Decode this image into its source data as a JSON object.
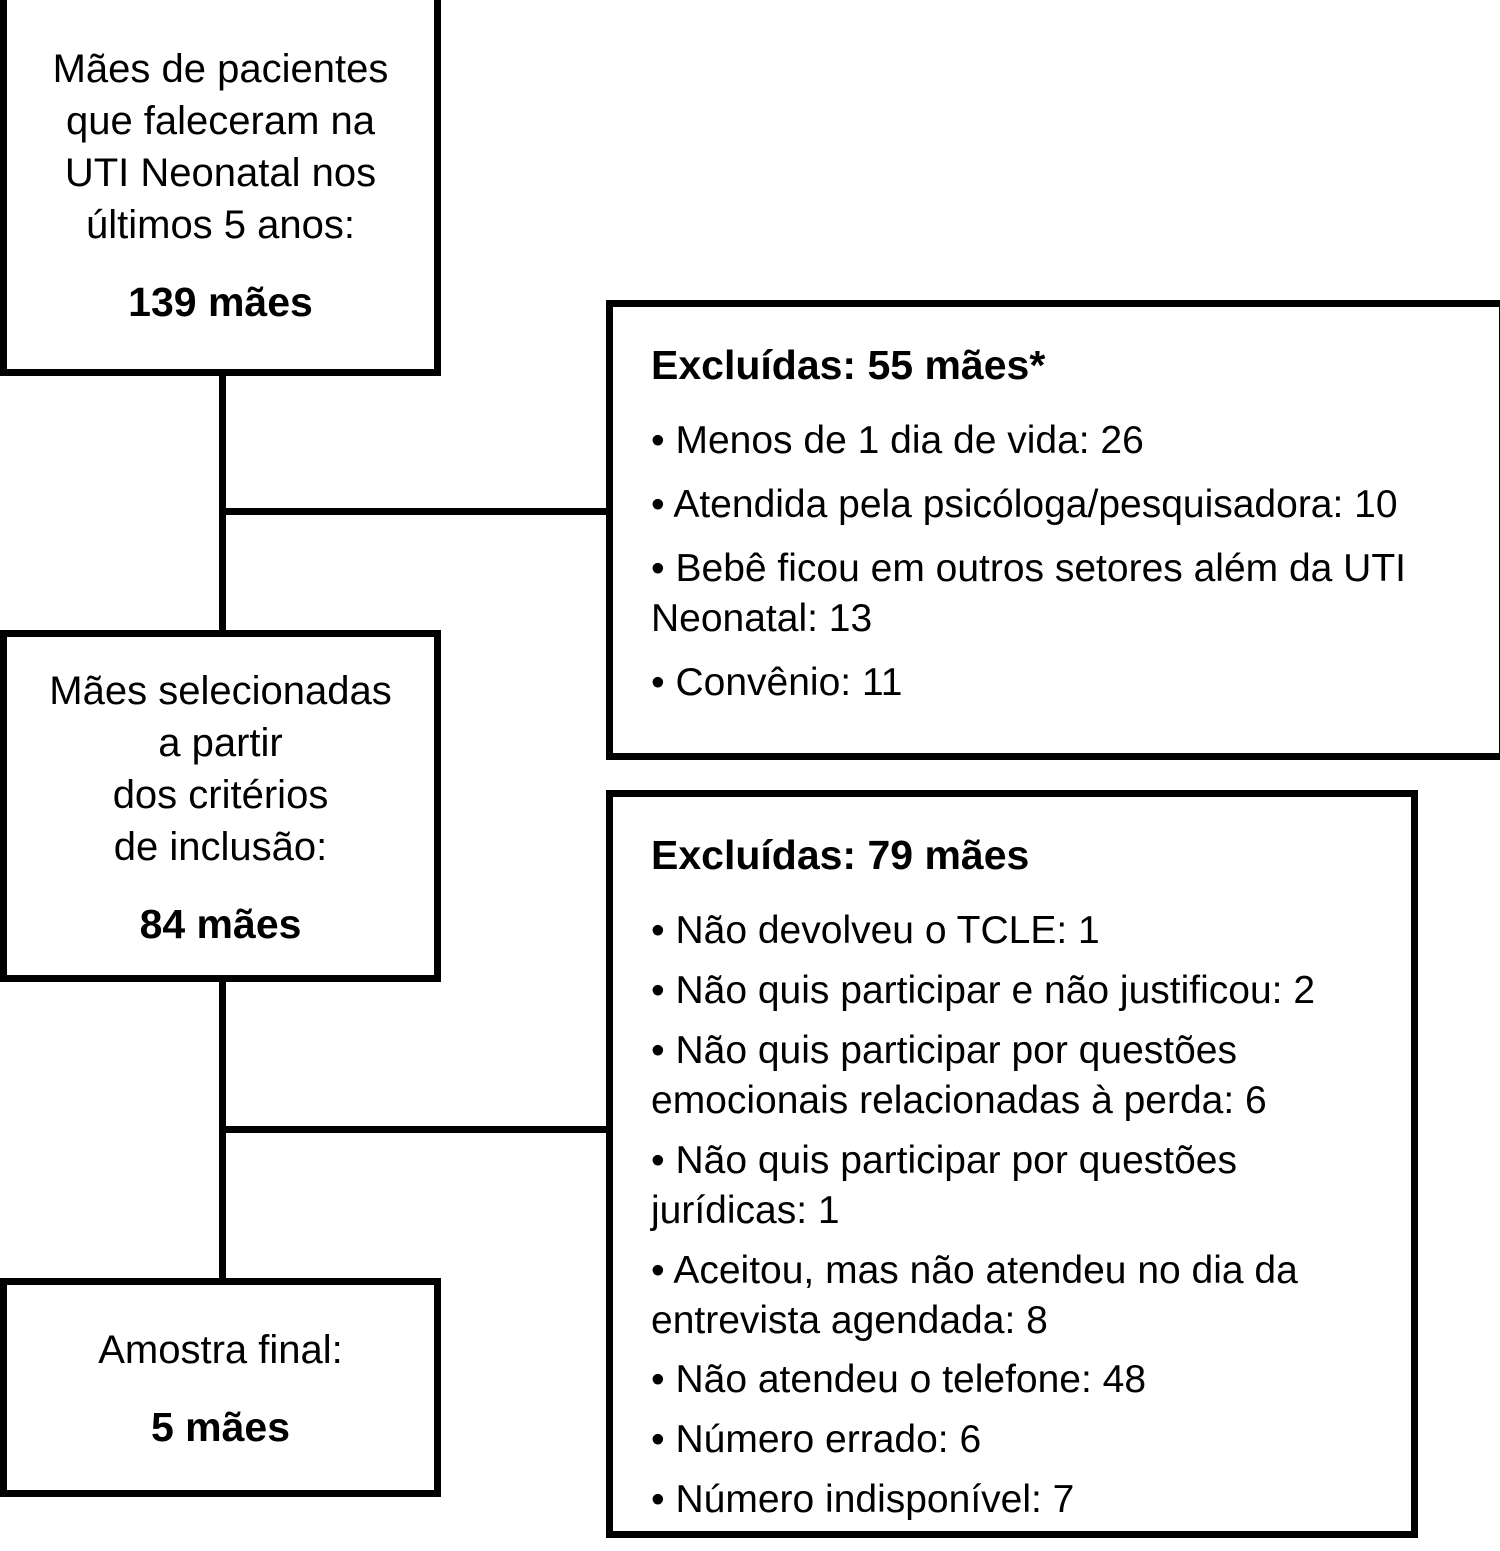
{
  "diagram": {
    "title": "Fluxograma de selecao da amostra",
    "line_color": "#000000",
    "background_color": "#ffffff",
    "bullet_glyph": "•"
  },
  "nodes": [
    {
      "id": "total",
      "lines": [
        "Mães de pacientes",
        "que faleceram na",
        "UTI Neonatal nos",
        "últimos 5 anos:"
      ],
      "count": "139 mães"
    },
    {
      "id": "selected",
      "lines": [
        "Mães selecionadas",
        "a partir",
        "dos critérios",
        "de inclusão:"
      ],
      "count": "84 mães"
    },
    {
      "id": "final",
      "lines": [
        "Amostra final:"
      ],
      "count": "5 mães"
    }
  ],
  "exclusions": [
    {
      "id": "excluded-55",
      "title": "Excluídas: 55 mães*",
      "items": [
        "• Menos de 1 dia de vida: 26",
        "• Atendida pela psicóloga/pesquisadora: 10",
        "• Bebê ficou em outros setores além da UTI Neonatal: 13",
        "• Convênio: 11"
      ]
    },
    {
      "id": "excluded-79",
      "title": "Excluídas: 79 mães",
      "items": [
        "• Não devolveu o TCLE: 1",
        "• Não quis participar e não justificou: 2",
        "• Não quis participar por questões emocionais relacionadas à perda: 6",
        "• Não quis participar por questões jurídicas: 1",
        "• Aceitou, mas não atendeu no dia da entrevista agendada: 8",
        "• Não atendeu o telefone: 48",
        "• Número errado: 6",
        "• Número indisponível: 7"
      ]
    }
  ]
}
